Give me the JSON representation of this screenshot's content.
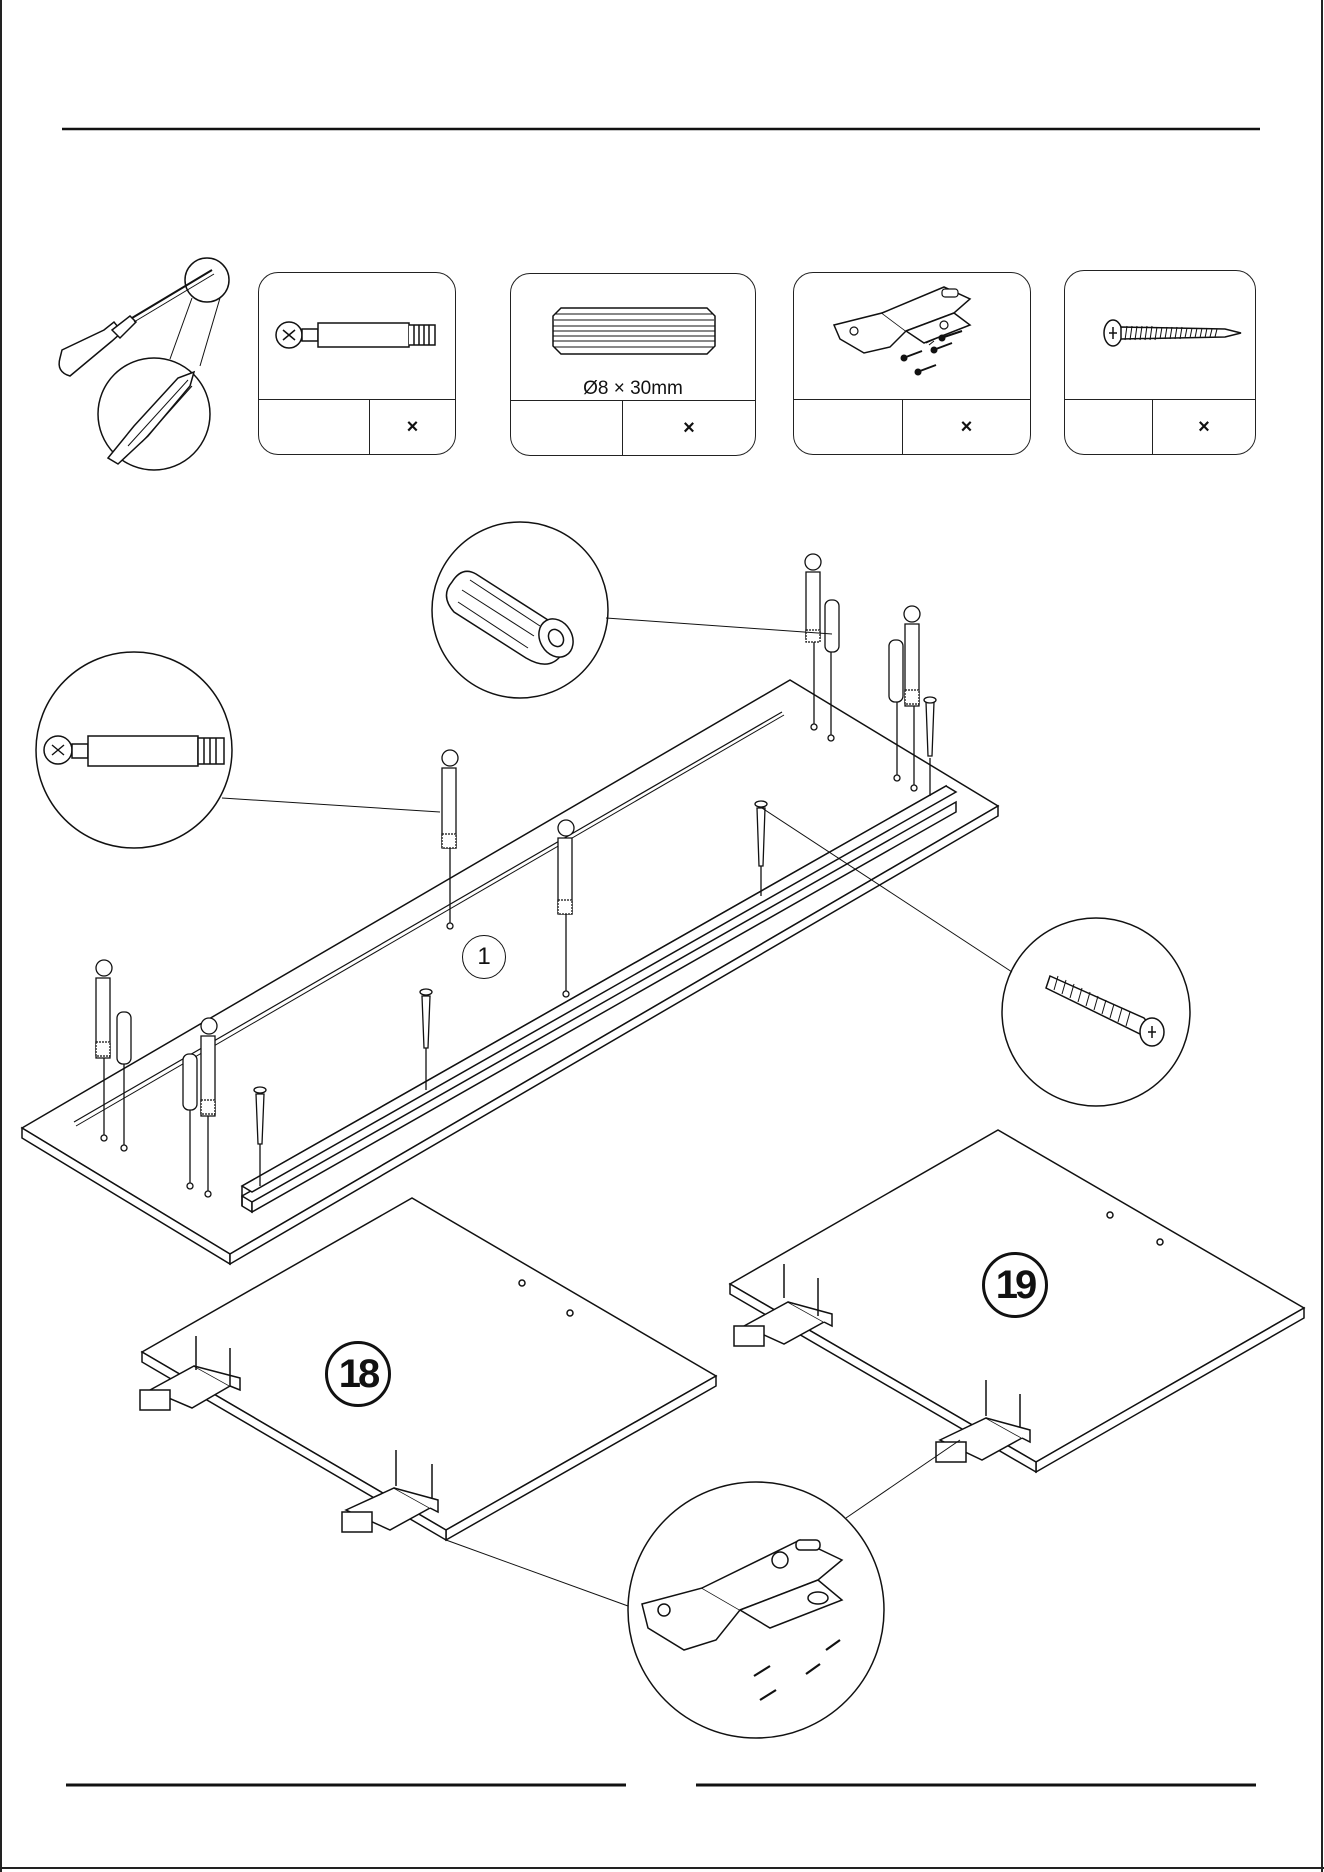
{
  "hardware": [
    {
      "id": "cam-bolt",
      "icon": "cam-bolt-icon",
      "spec": "",
      "multiplier": "×"
    },
    {
      "id": "dowel",
      "icon": "wood-dowel-icon",
      "spec": "Ø8 × 30mm",
      "multiplier": "×"
    },
    {
      "id": "hinge",
      "icon": "hinge-icon",
      "spec": "",
      "multiplier": "×"
    },
    {
      "id": "screw",
      "icon": "screw-icon",
      "spec": "",
      "multiplier": "×"
    }
  ],
  "tool": {
    "icon": "phillips-screwdriver-icon"
  },
  "panels": {
    "base_panel": "1",
    "door_left": "18",
    "door_right": "19"
  },
  "colors": {
    "line": "#111111",
    "background": "#ffffff"
  }
}
